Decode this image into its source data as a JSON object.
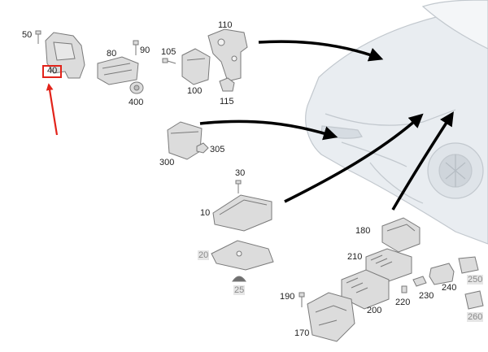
{
  "colors": {
    "part_fill": "#dcdcdc",
    "part_stroke": "#7a7a7a",
    "car_fill": "#e9edf1",
    "car_stroke": "#c2c8ce",
    "arrow": "#000000",
    "highlight": "#e2231a"
  },
  "diagram": {
    "labels": {
      "p50": "50",
      "p40": "40",
      "p80": "80",
      "p90": "90",
      "p105": "105",
      "p110": "110",
      "p100": "100",
      "p115": "115",
      "p400": "400",
      "p300": "300",
      "p305": "305",
      "p30": "30",
      "p10": "10",
      "p20": "20",
      "p25": "25",
      "p180": "180",
      "p210": "210",
      "p200": "200",
      "p190": "190",
      "p170": "170",
      "p220": "220",
      "p230": "230",
      "p240": "240",
      "p250": "250",
      "p260": "260"
    },
    "highlighted_part": "40"
  }
}
